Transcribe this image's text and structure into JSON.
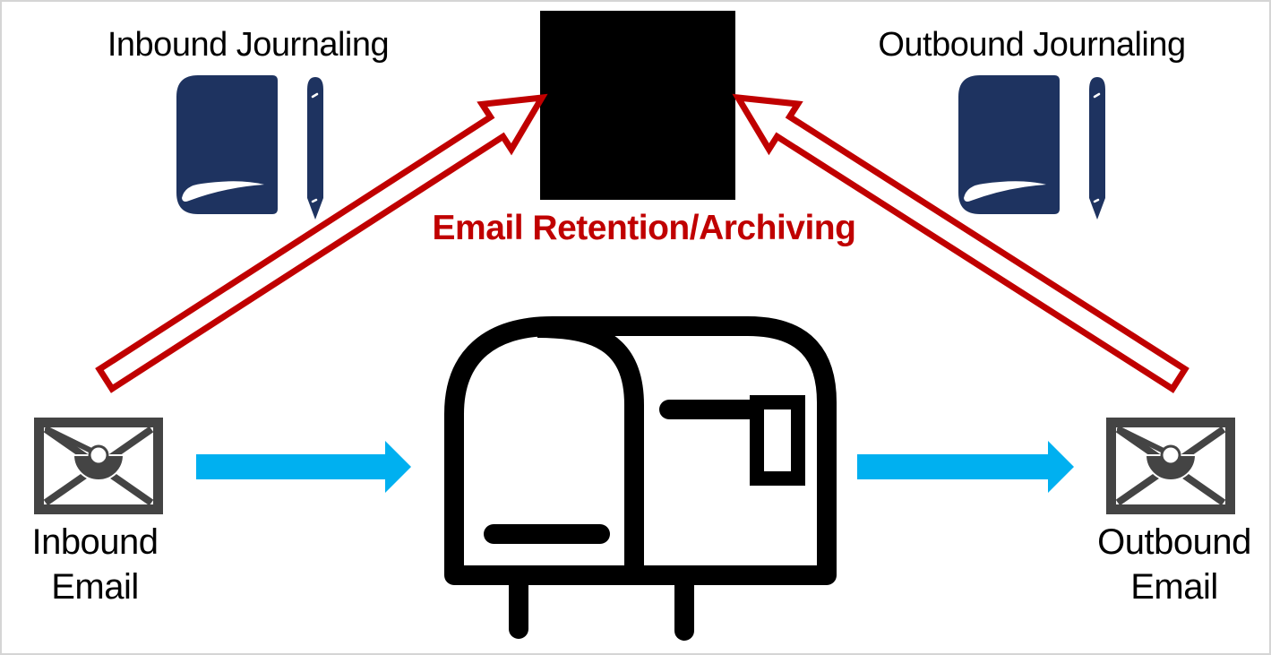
{
  "page": {
    "type": "email-journaling-architecture-diagram",
    "background": "#FFFFFF"
  },
  "colors": {
    "red": "#C00000",
    "blue": "#00B0F0",
    "navy": "#1E3360",
    "gray": "#444444",
    "black": "#000000",
    "border": "#D5D5D5",
    "text": "#000000"
  },
  "labels": {
    "inbound_journaling": "Inbound Journaling",
    "outbound_journaling": "Outbound Journaling",
    "retention_caption": "Email Retention/Archiving",
    "inbound_email_line1": "Inbound",
    "inbound_email_line2": "Email",
    "outbound_email_line1": "Outbound",
    "outbound_email_line2": "Email"
  },
  "icons": {
    "archive": "black-archive-box",
    "journaling": "journal-and-pen-icon",
    "mailbox": "mailbox-icon",
    "email": "sealed-envelope-icon"
  },
  "arrows": [
    {
      "id": "inbound-email-to-mailbox",
      "style": "solid",
      "color": "#00B0F0",
      "direction": "right"
    },
    {
      "id": "mailbox-to-outbound-email",
      "style": "solid",
      "color": "#00B0F0",
      "direction": "right"
    },
    {
      "id": "inbound-journal-to-archive",
      "style": "outline",
      "color": "#C00000",
      "direction": "up-right"
    },
    {
      "id": "outbound-journal-to-archive",
      "style": "outline",
      "color": "#C00000",
      "direction": "up-left"
    }
  ]
}
